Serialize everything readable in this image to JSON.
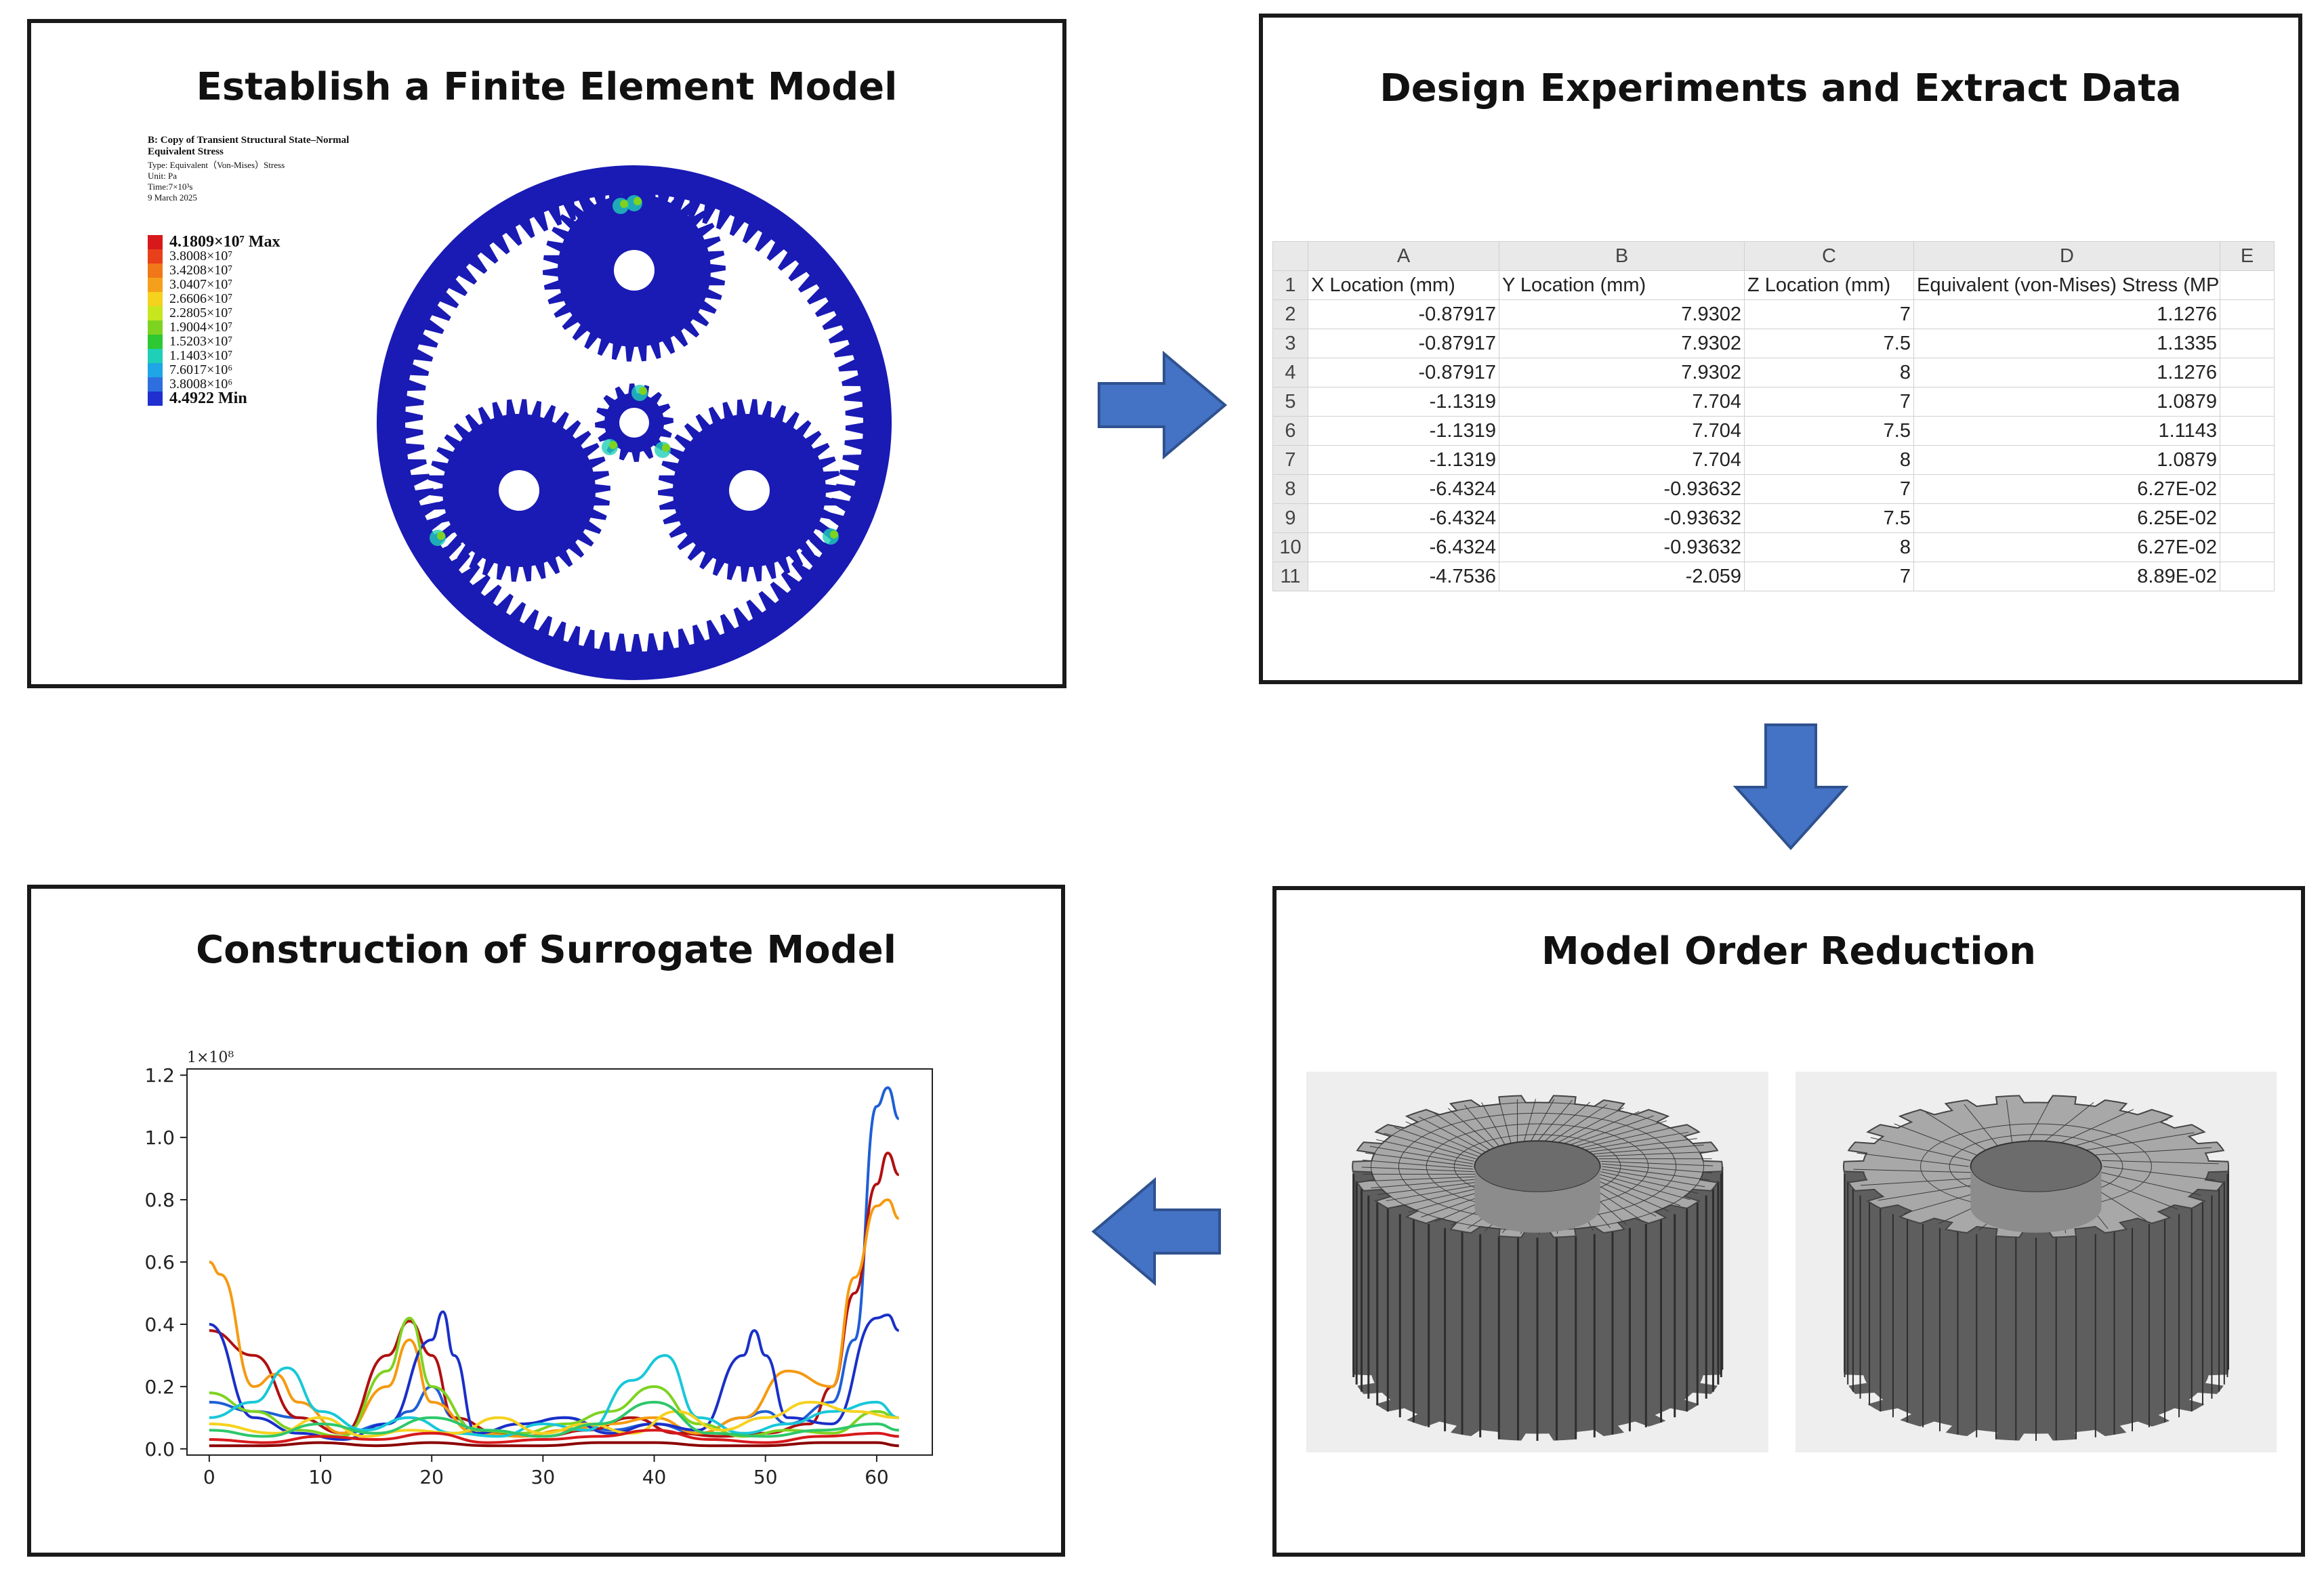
{
  "panels": {
    "fem": {
      "title": "Establish a Finite Element Model",
      "legend": {
        "line1": "B: Copy of Transient Structural State–Normal",
        "line2": "Equivalent Stress",
        "line3": "Type: Equivalent（Von-Mises）Stress",
        "line4": "Unit: Pa",
        "line5": "Time:7×10³s",
        "line6": "9 March 2025",
        "max_label": "4.1809×10⁷ Max",
        "min_label": "4.4922  Min",
        "values": [
          "3.8008×10⁷",
          "3.4208×10⁷",
          "3.0407×10⁷",
          "2.6606×10⁷",
          "2.2805×10⁷",
          "1.9004×10⁷",
          "1.5203×10⁷",
          "1.1403×10⁷",
          "7.6017×10⁶",
          "3.8008×10⁶"
        ],
        "colors": [
          "#d7191c",
          "#e8401a",
          "#f07818",
          "#f5a01c",
          "#f5d21e",
          "#c8e61e",
          "#7ed320",
          "#2ec832",
          "#1fcfb8",
          "#1fa6e6",
          "#2e6fe0",
          "#1f2fd0"
        ]
      },
      "gear_color": "#1a1ab4"
    },
    "data": {
      "title": "Design Experiments and Extract Data",
      "columns": [
        "A",
        "B",
        "C",
        "D",
        "E"
      ],
      "headers": [
        "X Location (mm)",
        "Y Location (mm)",
        "Z Location (mm)",
        "Equivalent (von-Mises) Stress (MPa)"
      ],
      "rows": [
        {
          "n": "2",
          "a": "-0.87917",
          "b": "7.9302",
          "c": "7",
          "d": "1.1276"
        },
        {
          "n": "3",
          "a": "-0.87917",
          "b": "7.9302",
          "c": "7.5",
          "d": "1.1335"
        },
        {
          "n": "4",
          "a": "-0.87917",
          "b": "7.9302",
          "c": "8",
          "d": "1.1276"
        },
        {
          "n": "5",
          "a": "-1.1319",
          "b": "7.704",
          "c": "7",
          "d": "1.0879"
        },
        {
          "n": "6",
          "a": "-1.1319",
          "b": "7.704",
          "c": "7.5",
          "d": "1.1143"
        },
        {
          "n": "7",
          "a": "-1.1319",
          "b": "7.704",
          "c": "8",
          "d": "1.0879"
        },
        {
          "n": "8",
          "a": "-6.4324",
          "b": "-0.93632",
          "c": "7",
          "d": "6.27E-02"
        },
        {
          "n": "9",
          "a": "-6.4324",
          "b": "-0.93632",
          "c": "7.5",
          "d": "6.25E-02"
        },
        {
          "n": "10",
          "a": "-6.4324",
          "b": "-0.93632",
          "c": "8",
          "d": "6.27E-02"
        },
        {
          "n": "11",
          "a": "-4.7536",
          "b": "-2.059",
          "c": "7",
          "d": "8.89E-02"
        }
      ],
      "first_row_number": "1"
    },
    "reduction": {
      "title": "Model Order Reduction",
      "mesh_color": "#7a7a7a"
    },
    "surrogate": {
      "title": "Construction of Surrogate Model"
    }
  },
  "arrow_color": "#4472c4",
  "chart_data": {
    "type": "line",
    "title": "",
    "xlabel": "",
    "ylabel": "",
    "y_offset_label": "1×10⁸",
    "xlim": [
      -2,
      65
    ],
    "ylim": [
      -0.02,
      1.22
    ],
    "xticks": [
      0,
      10,
      20,
      30,
      40,
      50,
      60
    ],
    "yticks": [
      0.0,
      0.2,
      0.4,
      0.6,
      0.8,
      1.0,
      1.2
    ],
    "xtick_labels": [
      "0",
      "10",
      "20",
      "30",
      "40",
      "50",
      "60"
    ],
    "ytick_labels": [
      "0.0",
      "0.2",
      "0.4",
      "0.6",
      "0.8",
      "1.0",
      "1.2"
    ],
    "grid": false,
    "series": [
      {
        "color": "#1f5fd6",
        "x": [
          0,
          4,
          8,
          12,
          16,
          18,
          20,
          22,
          24,
          28,
          32,
          36,
          40,
          44,
          48,
          50,
          52,
          56,
          58,
          60,
          61,
          62
        ],
        "y": [
          0.15,
          0.12,
          0.1,
          0.05,
          0.08,
          0.12,
          0.2,
          0.1,
          0.05,
          0.08,
          0.1,
          0.06,
          0.08,
          0.05,
          0.1,
          0.12,
          0.08,
          0.15,
          0.35,
          1.1,
          1.16,
          1.06
        ]
      },
      {
        "color": "#b01010",
        "x": [
          0,
          4,
          8,
          12,
          16,
          18,
          20,
          22,
          26,
          30,
          34,
          38,
          42,
          46,
          50,
          54,
          56,
          58,
          60,
          61,
          62
        ],
        "y": [
          0.38,
          0.3,
          0.1,
          0.05,
          0.3,
          0.41,
          0.3,
          0.1,
          0.05,
          0.04,
          0.06,
          0.1,
          0.05,
          0.04,
          0.05,
          0.08,
          0.2,
          0.5,
          0.85,
          0.95,
          0.88
        ]
      },
      {
        "color": "#f59a10",
        "x": [
          0,
          1,
          4,
          6,
          8,
          12,
          16,
          18,
          20,
          24,
          28,
          32,
          36,
          40,
          44,
          48,
          52,
          56,
          58,
          60,
          61,
          62
        ],
        "y": [
          0.6,
          0.56,
          0.2,
          0.24,
          0.15,
          0.05,
          0.2,
          0.35,
          0.15,
          0.05,
          0.04,
          0.06,
          0.08,
          0.1,
          0.05,
          0.1,
          0.25,
          0.2,
          0.55,
          0.78,
          0.8,
          0.74
        ]
      },
      {
        "color": "#1a2fc8",
        "x": [
          0,
          4,
          8,
          12,
          16,
          20,
          21,
          22,
          24,
          28,
          32,
          36,
          40,
          44,
          48,
          49,
          50,
          52,
          56,
          60,
          61,
          62
        ],
        "y": [
          0.4,
          0.1,
          0.05,
          0.03,
          0.08,
          0.35,
          0.44,
          0.3,
          0.05,
          0.08,
          0.1,
          0.05,
          0.08,
          0.06,
          0.3,
          0.38,
          0.3,
          0.1,
          0.08,
          0.42,
          0.43,
          0.38
        ]
      },
      {
        "color": "#7ed320",
        "x": [
          0,
          4,
          8,
          12,
          16,
          18,
          20,
          24,
          28,
          32,
          36,
          40,
          44,
          48,
          52,
          56,
          60,
          62
        ],
        "y": [
          0.18,
          0.12,
          0.06,
          0.04,
          0.25,
          0.42,
          0.2,
          0.06,
          0.05,
          0.08,
          0.12,
          0.2,
          0.08,
          0.04,
          0.06,
          0.05,
          0.12,
          0.1
        ]
      },
      {
        "color": "#18c8d8",
        "x": [
          0,
          4,
          7,
          10,
          14,
          18,
          22,
          26,
          30,
          34,
          38,
          41,
          44,
          48,
          52,
          56,
          60,
          62
        ],
        "y": [
          0.1,
          0.15,
          0.26,
          0.12,
          0.06,
          0.1,
          0.05,
          0.04,
          0.08,
          0.06,
          0.22,
          0.3,
          0.1,
          0.05,
          0.08,
          0.12,
          0.15,
          0.1
        ]
      },
      {
        "color": "#f5d21e",
        "x": [
          0,
          6,
          10,
          14,
          18,
          22,
          26,
          30,
          34,
          38,
          42,
          46,
          50,
          54,
          58,
          62
        ],
        "y": [
          0.08,
          0.05,
          0.1,
          0.04,
          0.06,
          0.05,
          0.1,
          0.05,
          0.08,
          0.05,
          0.12,
          0.06,
          0.1,
          0.15,
          0.12,
          0.1
        ]
      },
      {
        "color": "#2ec86a",
        "x": [
          0,
          5,
          10,
          15,
          20,
          25,
          30,
          35,
          40,
          45,
          50,
          55,
          60,
          62
        ],
        "y": [
          0.06,
          0.04,
          0.08,
          0.05,
          0.1,
          0.06,
          0.04,
          0.08,
          0.15,
          0.05,
          0.04,
          0.06,
          0.08,
          0.06
        ]
      },
      {
        "color": "#d7191c",
        "x": [
          0,
          5,
          10,
          15,
          20,
          25,
          30,
          35,
          40,
          45,
          50,
          55,
          60,
          62
        ],
        "y": [
          0.03,
          0.02,
          0.04,
          0.03,
          0.05,
          0.02,
          0.03,
          0.04,
          0.06,
          0.03,
          0.02,
          0.04,
          0.05,
          0.04
        ]
      },
      {
        "color": "#8b0000",
        "x": [
          0,
          5,
          10,
          15,
          20,
          25,
          30,
          35,
          40,
          45,
          50,
          55,
          60,
          62
        ],
        "y": [
          0.01,
          0.01,
          0.02,
          0.01,
          0.02,
          0.01,
          0.01,
          0.02,
          0.02,
          0.01,
          0.01,
          0.02,
          0.02,
          0.01
        ]
      }
    ]
  }
}
